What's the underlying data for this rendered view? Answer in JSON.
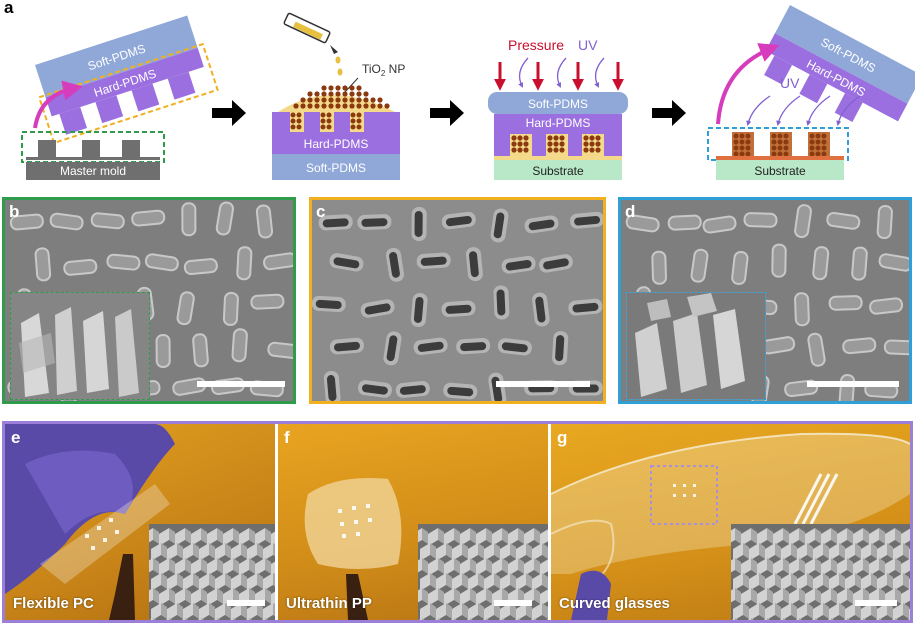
{
  "panel_a": {
    "letter": "a",
    "step1": {
      "soft": "Soft-PDMS",
      "hard": "Hard-PDMS",
      "mold": "Master mold"
    },
    "step2": {
      "np": "TiO",
      "np_sub": "2",
      "np_suffix": " NP",
      "hard": "Hard-PDMS",
      "soft": "Soft-PDMS"
    },
    "step3": {
      "pressure": "Pressure",
      "uv": "UV",
      "soft": "Soft-PDMS",
      "hard": "Hard-PDMS",
      "substrate": "Substrate"
    },
    "step4": {
      "uv": "UV",
      "soft": "Soft-PDMS",
      "hard": "Hard-PDMS",
      "substrate": "Substrate"
    }
  },
  "sem_panels": [
    {
      "letter": "b",
      "border": "#2e9c4a"
    },
    {
      "letter": "c",
      "border": "#f0b020"
    },
    {
      "letter": "d",
      "border": "#2f9fd8"
    }
  ],
  "photo_panels": [
    {
      "letter": "e",
      "label": "Flexible PC"
    },
    {
      "letter": "f",
      "label": "Ultrathin PP"
    },
    {
      "letter": "g",
      "label": "Curved glasses"
    }
  ],
  "colors": {
    "soft_pdms": "#8fa8d8",
    "hard_pdms": "#9b6fe0",
    "nanoparticle": "#8b3a10",
    "substrate": "#b8e8c8",
    "arrow_magenta": "#d63cbc",
    "pressure_red": "#c8102e",
    "uv_purple": "#8060d0",
    "frame_purple": "#9b7fd8"
  }
}
